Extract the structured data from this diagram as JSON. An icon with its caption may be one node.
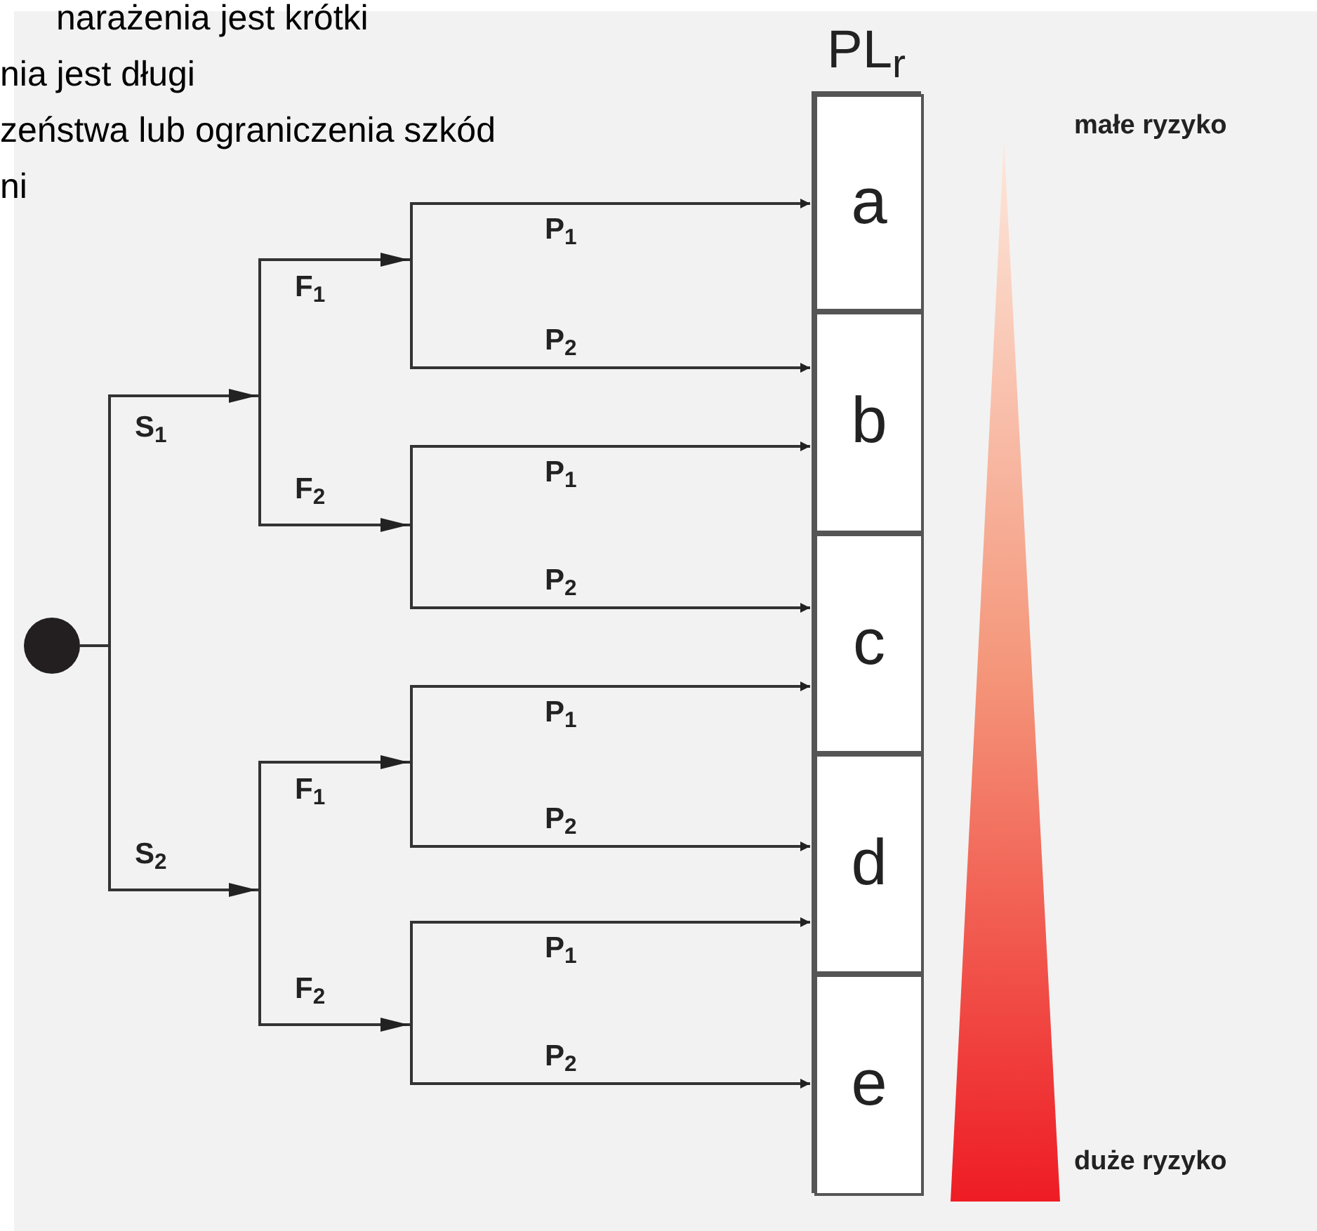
{
  "diagram": {
    "nodes": [
      {
        "text": [],
        "shape": "circle"
      },
      {
        "text": [
          "PL$_{r}$"
        ]
      },
      {
        "text": [
          "a"
        ],
        "in": 1
      },
      {
        "text": [
          "b"
        ],
        "in": 1
      },
      {
        "text": [
          "c"
        ],
        "in": 1
      },
      {
        "text": [
          "d"
        ],
        "in": 1
      },
      {
        "text": [
          "e"
        ],
        "in": 1
      }
    ],
    "edges": [
      {
        "from": 0,
        "to": 2,
        "arrow": "to",
        "label": "P$_{1}$"
      },
      {
        "from": 0,
        "to": 3,
        "arrow": "to",
        "label": "P$_{2}$"
      },
      {
        "from": 0,
        "to": 3,
        "arrow": "to",
        "label": "P$_{1}$"
      },
      {
        "from": 0,
        "to": 4,
        "arrow": "to",
        "label": "P$_{2}$"
      },
      {
        "from": 0,
        "to": 4,
        "arrow": "to",
        "label": "P$_{1}$"
      },
      {
        "from": 0,
        "to": 5,
        "arrow": "to",
        "label": "P$_{2}$"
      },
      {
        "from": 0,
        "to": 5,
        "arrow": "to",
        "label": "P$_{1}$"
      },
      {
        "from": 0,
        "to": 6,
        "arrow": "to",
        "label": "P$_{2}$"
      }
    ],
    "labels": [
      "narażenia jest krótki",
      "nia jest długi",
      "zeństwa lub ograniczenia szkód",
      "ni",
      "S$_{1}$",
      "F$_{1}$",
      "F$_{2}$",
      "S$_{2}$",
      "F$_{1}$",
      "F$_{2}$",
      "małe ryzyko",
      "duże ryzyko"
    ]
  }
}
